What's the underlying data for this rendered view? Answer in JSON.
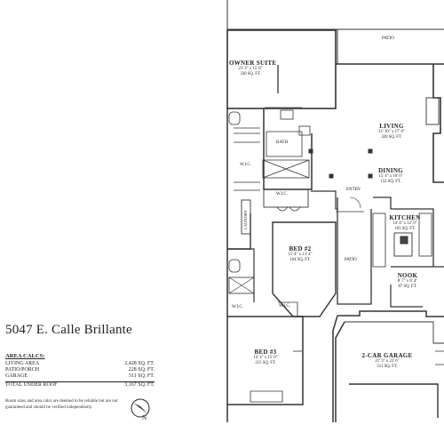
{
  "address": "5047 E. Calle Brillante",
  "rooms": {
    "owner_suite": {
      "name": "OWNER SUITE",
      "dims": "21' 3\" x 15' 8\"",
      "sqft": "330 SQ. FT."
    },
    "living": {
      "name": "LIVING",
      "dims": "21' 10\" x 17' 0\"",
      "sqft": "320 SQ. FT."
    },
    "dining": {
      "name": "DINING",
      "dims": "15' 4\" x 10' 0\"",
      "sqft": "152 SQ. FT."
    },
    "kitchen": {
      "name": "KITCHEN",
      "dims": "14' 4\" x 12' 9\"",
      "sqft": "183 SQ. FT."
    },
    "nook": {
      "name": "NOOK",
      "dims": "8' 7\" x 8' 4\"",
      "sqft": "87 SQ. FT."
    },
    "bed2": {
      "name": "BED #2",
      "dims": "11' 4\" x 13' 4\"",
      "sqft": "164 SQ. FT."
    },
    "bed3": {
      "name": "BED #3",
      "dims": "14' 4\" x 15' 0\"",
      "sqft": "215 SQ. FT."
    },
    "garage": {
      "name": "2-CAR GARAGE",
      "dims": "21' 3\" x 22' 6\"",
      "sqft": "511 SQ. FT."
    }
  },
  "small_labels": {
    "patio_top": "PATIO",
    "patio_mid": "PATIO",
    "bath": "BATH",
    "wic_1": "W.I.C.",
    "wic_2": "W.I.C.",
    "wic_3": "W.I.C.",
    "wic_4": "W.I.C.",
    "entry": "ENTRY",
    "laundry": "LAUNDRY"
  },
  "area_calcs": {
    "heading": "AREA CALCS:",
    "rows": [
      {
        "label": "LIVING AREA",
        "value": "2,428 SQ. FT."
      },
      {
        "label": "PATIO/PORCH",
        "value": "228 SQ. FT."
      },
      {
        "label": "GARAGE",
        "value": "511 SQ. FT."
      }
    ],
    "total": {
      "label": "TOTAL UNDER ROOF",
      "value": "3,167 SQ. FT."
    }
  },
  "disclaimer": "Room sizes and area calcs are deemed to be reliable but are not guaranteed and should be verified independently.",
  "north_label": "N"
}
